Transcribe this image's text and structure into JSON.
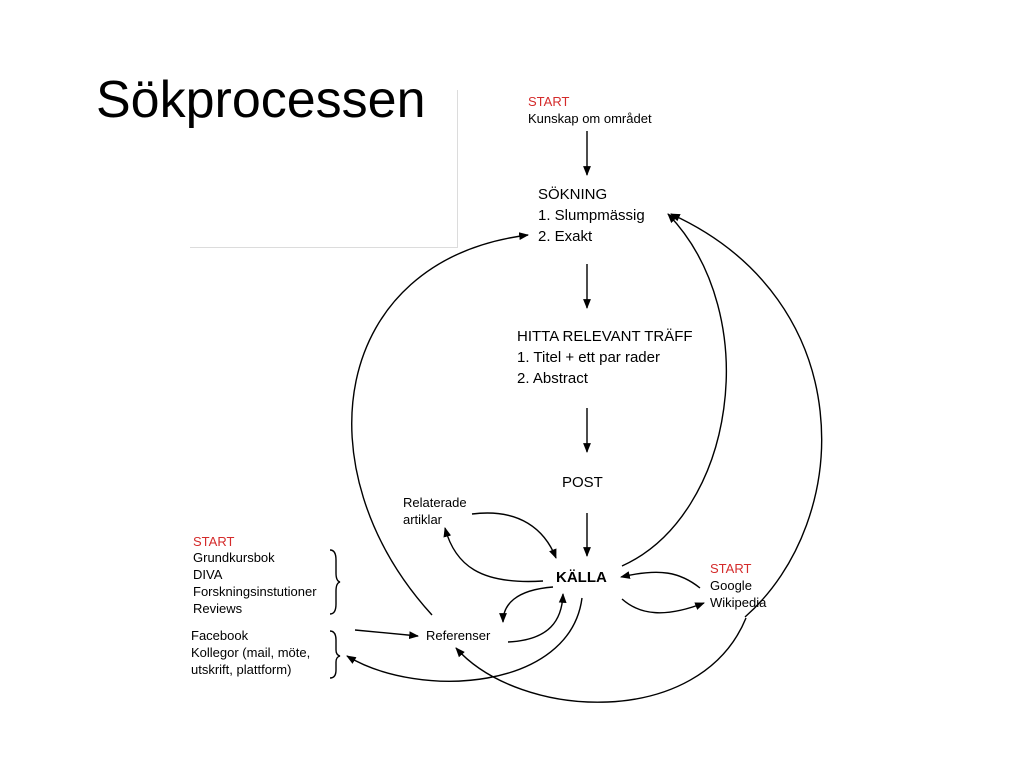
{
  "title": "Sökprocessen",
  "colors": {
    "start": "#d42b2b",
    "line": "#000000"
  },
  "top_start": {
    "label": "START",
    "text": "Kunskap om området"
  },
  "sokning": {
    "heading": "SÖKNING",
    "items": [
      "1. Slumpmässig",
      "2. Exakt"
    ]
  },
  "hitta": {
    "heading": "HITTA RELEVANT TRÄFF",
    "items": [
      "1. Titel + ett par rader",
      "2. Abstract"
    ]
  },
  "post": "POST",
  "kalla": "KÄLLA",
  "relaterade": [
    "Relaterade",
    "artiklar"
  ],
  "referenser": "Referenser",
  "left_start": {
    "label": "START",
    "items": [
      "Grundkursbok",
      "DIVA",
      "Forskningsinstutioner",
      "Reviews"
    ]
  },
  "social": {
    "items": [
      "Facebook",
      "Kollegor (mail, möte,",
      "utskrift, plattform)"
    ]
  },
  "right_start": {
    "label": "START",
    "items": [
      "Google",
      "Wikipedia"
    ]
  }
}
